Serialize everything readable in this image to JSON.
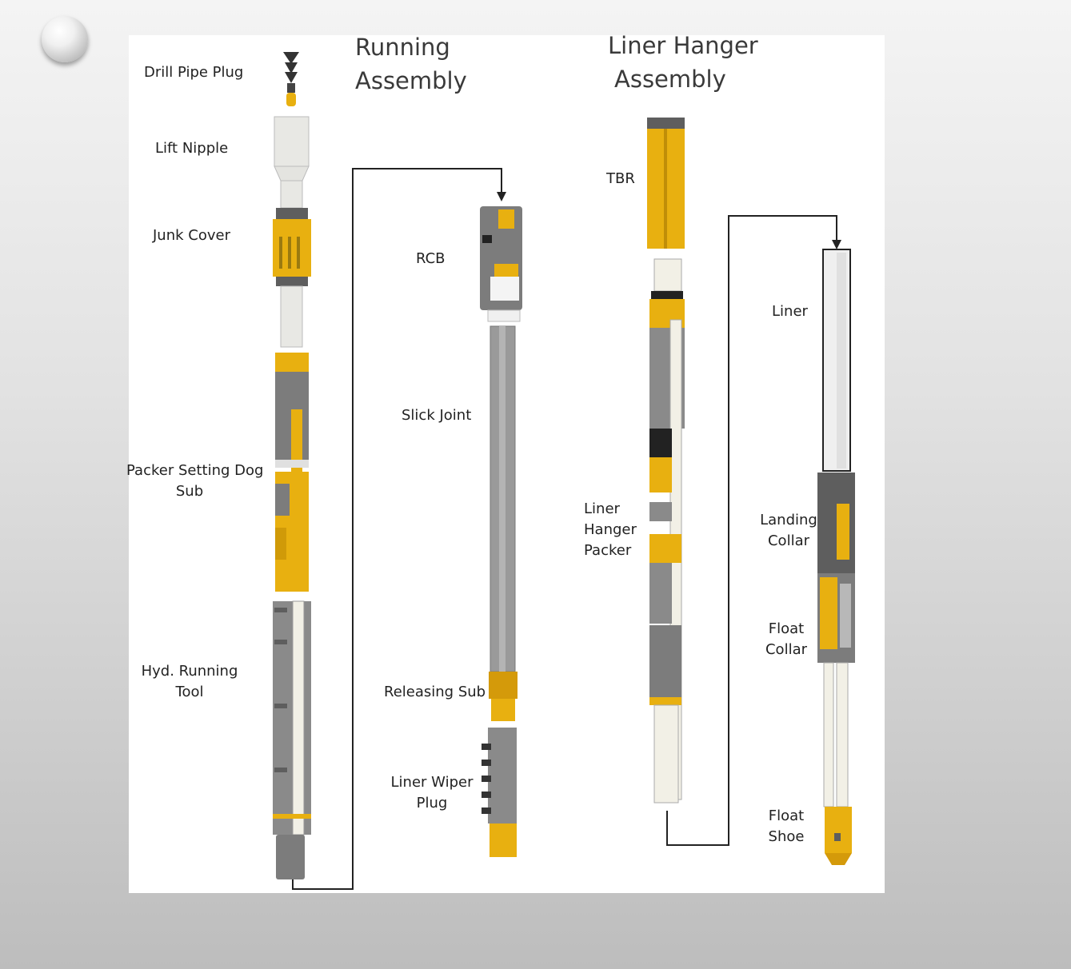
{
  "headings": {
    "running": [
      "Running",
      "Assembly"
    ],
    "liner_hanger": [
      "Liner Hanger",
      "Assembly"
    ]
  },
  "labels": {
    "drill_pipe_plug": "Drill Pipe Plug",
    "lift_nipple": "Lift Nipple",
    "junk_cover": "Junk Cover",
    "packer_setting_dog_sub": [
      "Packer Setting Dog",
      "Sub"
    ],
    "hyd_running_tool": [
      "Hyd. Running",
      "Tool"
    ],
    "rcb": "RCB",
    "slick_joint": "Slick Joint",
    "releasing_sub": "Releasing Sub",
    "liner_wiper_plug": [
      "Liner Wiper",
      "Plug"
    ],
    "tbr": "TBR",
    "liner_hanger_packer": [
      "Liner",
      "Hanger",
      "Packer"
    ],
    "liner": "Liner",
    "landing_collar": [
      "Landing",
      "Collar"
    ],
    "float_collar": [
      "Float",
      "Collar"
    ],
    "float_shoe": [
      "Float",
      "Shoe"
    ]
  },
  "colors": {
    "yellow": "#e8b010",
    "gray": "#8a8a8a",
    "dark_gray": "#5e5e5e",
    "light_gray": "#d6d6d6",
    "cream": "#f2f0e6",
    "line": "#222222"
  }
}
